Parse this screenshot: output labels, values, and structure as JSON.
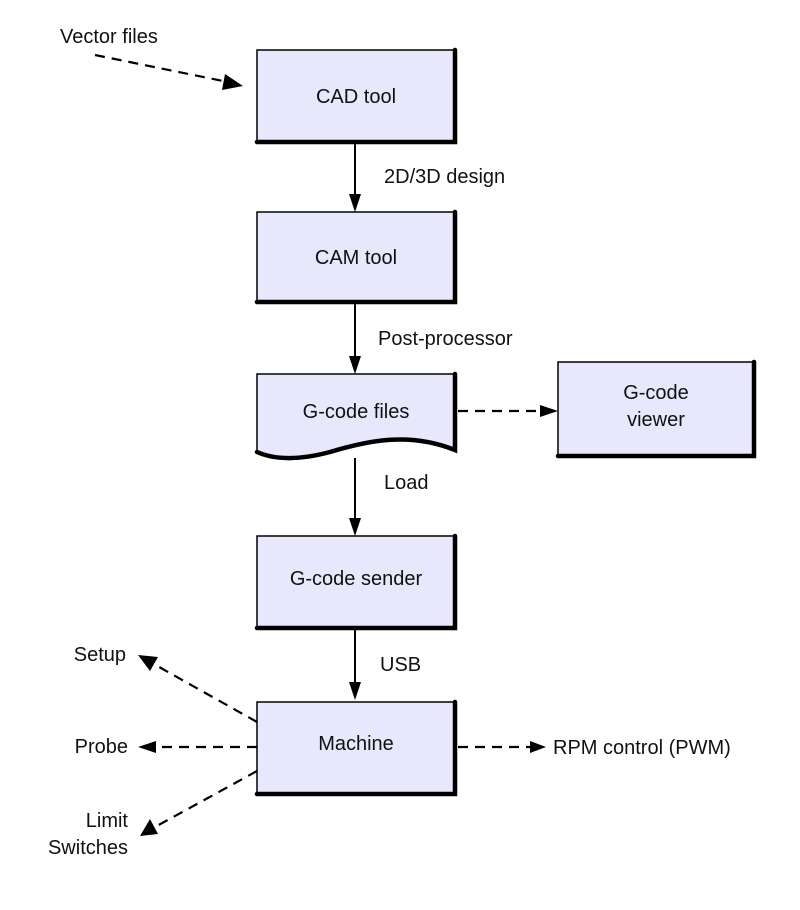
{
  "diagram": {
    "type": "flowchart",
    "nodes": {
      "cad": {
        "label": "CAD tool"
      },
      "cam": {
        "label": "CAM tool"
      },
      "gcode_files": {
        "label": "G-code files"
      },
      "viewer": {
        "label_line1": "G-code",
        "label_line2": "viewer"
      },
      "sender": {
        "label": "G-code sender"
      },
      "machine": {
        "label": "Machine"
      }
    },
    "edges": {
      "vector_files": "Vector files",
      "design": "2D/3D design",
      "post": "Post-processor",
      "load": "Load",
      "usb": "USB",
      "setup": "Setup",
      "probe": "Probe",
      "limit_line1": "Limit",
      "limit_line2": "Switches",
      "rpm": "RPM control (PWM)"
    },
    "colors": {
      "box_fill": "#e8e8fc",
      "stroke": "#000000"
    }
  }
}
